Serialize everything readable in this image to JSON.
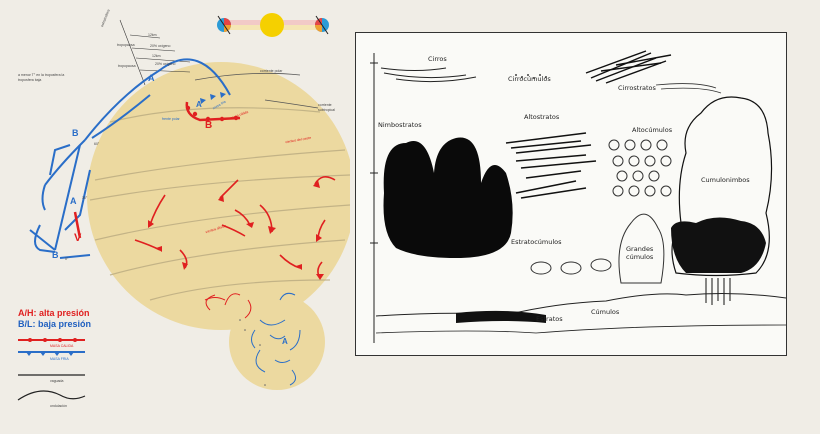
{
  "left_diagram": {
    "caption_atm": "estratosfera",
    "caption_tropo": "a menor T° en la troposfera la troposfera baja",
    "alt_12": "12km",
    "alt_12b": "12km",
    "alt_oxy_trop": "tropopausa",
    "alt_oxy_strat": "20% oxígeno",
    "alt_oxy_strat2": "20% oxígeno",
    "tropopausa": "tropopausa",
    "corriente_polar": "corriente polar",
    "corriente_subtropical": "corriente subtropical",
    "masa_fria_label": "masa fría",
    "masa_calida_label": "masa cálida",
    "frente_label": "frente polar",
    "deg_60": "60°",
    "deg_30": "30°",
    "deg_0": "0°",
    "letters": {
      "A1": "A",
      "B1": "B",
      "B2": "B",
      "A2": "A",
      "A3": "A",
      "B3": "B",
      "A4": "A",
      "V": "V"
    },
    "red_arrow_label_1": "vientos alisios",
    "red_arrow_label_2": "vientos del oeste"
  },
  "legend": {
    "high": "A/H: alta presión",
    "low": "B/L: baja presión",
    "warm_front": "MASA CALIDA",
    "cold_front": "MASA FRIA",
    "line3": "vaguada",
    "line4": "ondulación"
  },
  "right_diagram": {
    "clouds": {
      "cirros": "Cirros",
      "cirrocumulos": "Cirrocúmulos",
      "cirrostratos": "Cirrostratos",
      "nimbostratos": "Nimbostratos",
      "altostratos": "Altostratos",
      "altocumulos": "Altocúmulos",
      "cumulonimbos": "Cumulonimbos",
      "estratocumulos": "Estratocúmulos",
      "grandes_cumulos": "Grandes cúmulos",
      "estratos": "Estratos",
      "cumulos": "Cúmulos"
    }
  },
  "colors": {
    "background": "#f0ede6",
    "globe": "#ecd9a0",
    "red": "#e02020",
    "blue": "#2a6ec8",
    "sun": "#f5d000"
  }
}
